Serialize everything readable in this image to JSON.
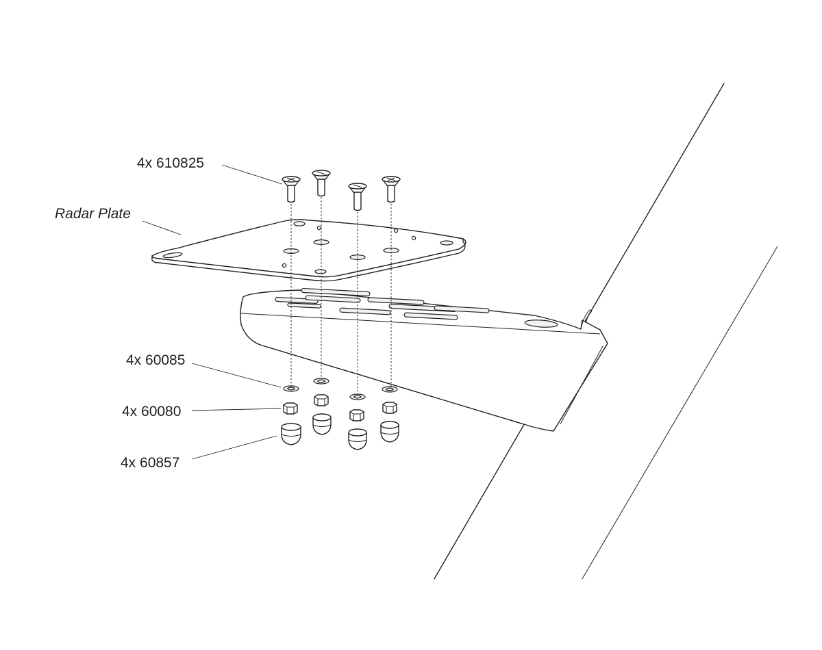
{
  "callouts": {
    "screws": "4x 610825",
    "plate": "Radar Plate",
    "washers": "4x 60085",
    "nuts": "4x 60080",
    "caps": "4x 60857"
  },
  "colors": {
    "line": "#231f20",
    "background": "#ffffff",
    "shade": "#f2f2f2"
  }
}
